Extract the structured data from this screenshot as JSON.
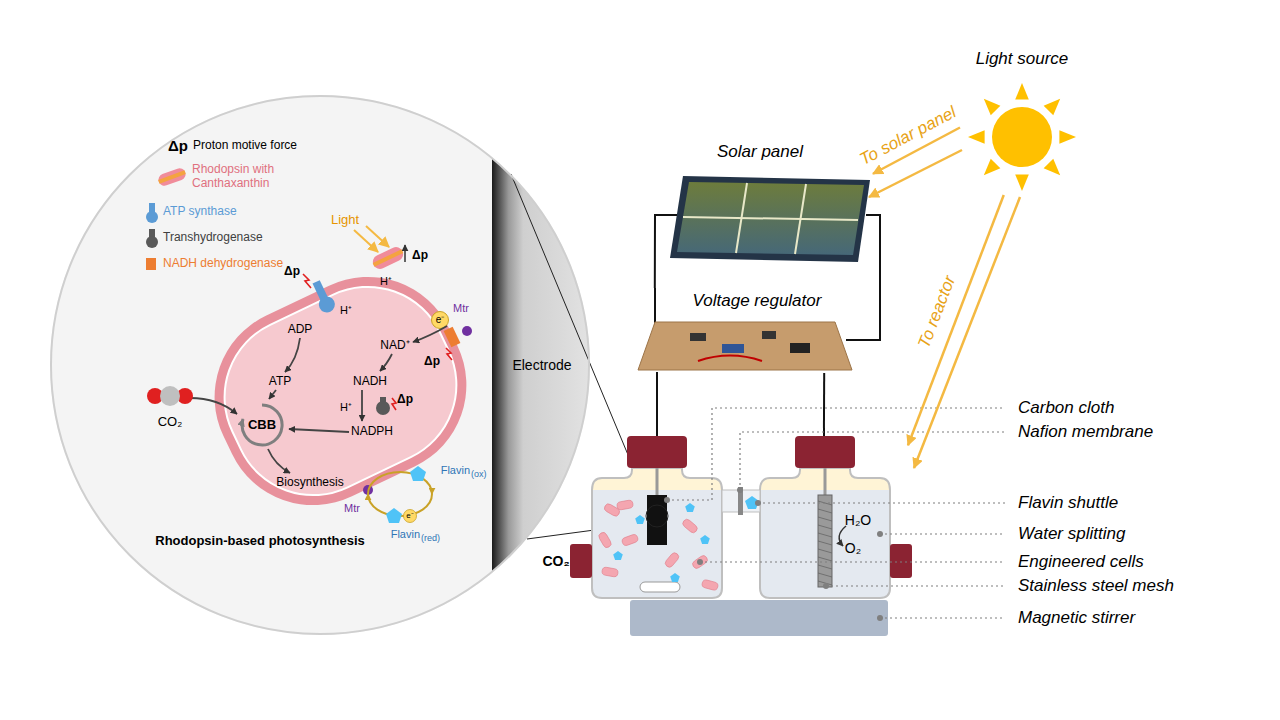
{
  "diagram": {
    "nodes": [
      {
        "text": [
          "Rhodopsin-based photosynthesis"
        ]
      },
      {
        "text": [
          "Electrode"
        ],
        "in": 0
      },
      {
        "text": [
          "CBB"
        ],
        "in": 0
      },
      {
        "text": [
          "Light source"
        ]
      },
      {
        "text": [
          "Solar panel"
        ]
      },
      {
        "text": [
          "Voltage regulator"
        ]
      },
      {
        "text": [
          "H₂O",
          "O₂"
        ]
      }
    ],
    "edges": [
      {
        "from": 3,
        "to": 4,
        "label": "To solar panel",
        "arrow": "to"
      },
      {
        "from": 3,
        "to": 6,
        "label": "To reactor",
        "arrow": "to"
      },
      {
        "from": 4,
        "to": 5,
        "arrow": "none"
      },
      {
        "from": 5,
        "to": 6,
        "arrow": "none"
      }
    ],
    "labels": [
      "Δp",
      "Light",
      "Δp",
      "H⁺",
      "Δp",
      "H⁺",
      "ADP",
      "ATP",
      "Mtr",
      "e⁻",
      "NAD⁺",
      "Δp",
      "NADH",
      "Δp",
      "H⁺",
      "NADPH",
      "CO₂",
      "Biosynthesis",
      "Flavin",
      "(ox)",
      "Mtr",
      "e⁻",
      "Flavin",
      "(red)",
      "CO₂",
      "Carbon cloth",
      "Nafion membrane",
      "Flavin shuttle",
      "Water splitting",
      "Engineered cells",
      "Stainless steel mesh",
      "Magnetic stirrer"
    ],
    "legend": [
      {
        "text": "Proton motive force"
      },
      {
        "text": "Rhodopsin with Canthaxanthin"
      },
      {
        "text": "ATP synthase"
      },
      {
        "text": "Transhydrogenase"
      },
      {
        "text": "NADH dehydrogenase",
        "color": "#ed7d31"
      }
    ]
  }
}
